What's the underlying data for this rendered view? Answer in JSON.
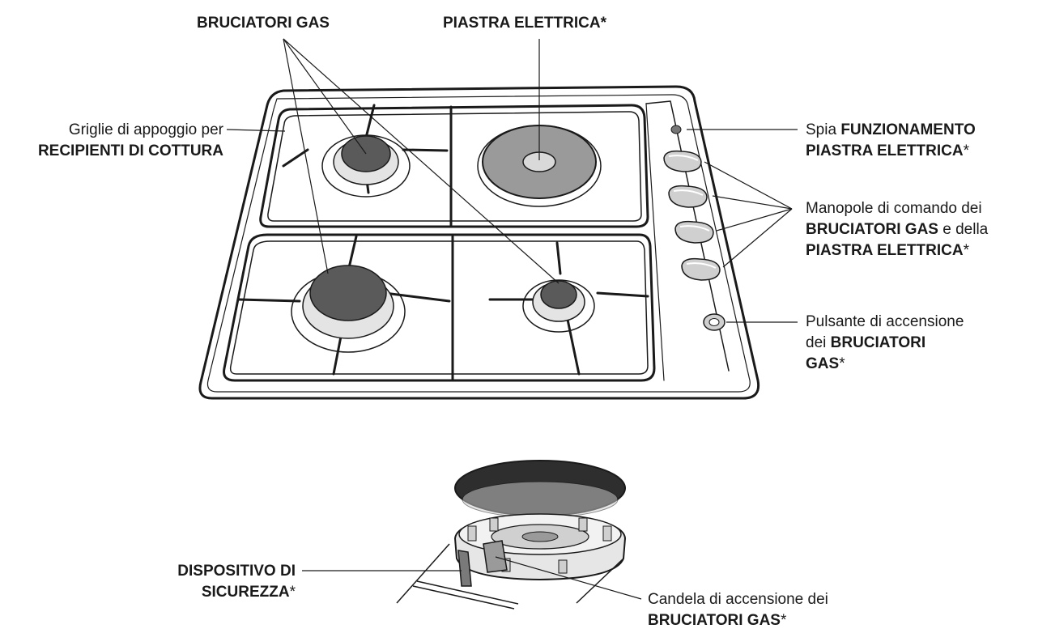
{
  "labels": {
    "burners_top": "BRUCIATORI GAS",
    "plate_top": "PIASTRA ELETTRICA*",
    "grids_line1": "Griglie di appoggio per",
    "grids_line2": "RECIPIENTI DI COTTURA",
    "light_line1_prefix": "Spia ",
    "light_line1_bold": "FUNZIONAMENTO",
    "light_line2_bold": "PIASTRA ELETTRICA",
    "light_line2_suffix": "*",
    "knobs_line1": "Manopole di comando dei",
    "knobs_line2_bold": "BRUCIATORI GAS",
    "knobs_line2_suffix": " e della",
    "knobs_line3_bold": "PIASTRA ELETTRICA",
    "knobs_line3_suffix": "*",
    "button_line1": "Pulsante di accensione",
    "button_line2_prefix": "dei ",
    "button_line2_bold": "BRUCIATORI",
    "button_line3_bold": "GAS",
    "button_line3_suffix": "*",
    "safety_line1": "DISPOSITIVO DI",
    "safety_line2_bold": "SICUREZZA",
    "safety_line2_suffix": "*",
    "spark_line1": "Candela di accensione dei",
    "spark_line2_bold": "BRUCIATORI GAS",
    "spark_line2_suffix": "*"
  }
}
